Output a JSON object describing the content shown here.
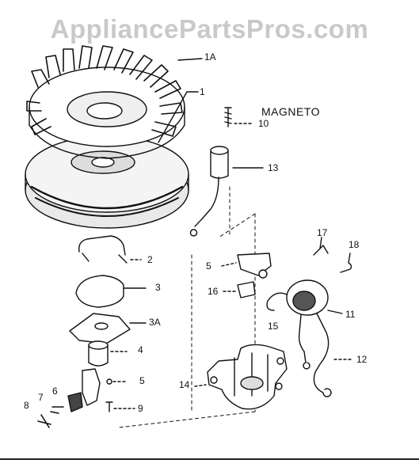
{
  "watermark": "AppliancePartsPros.com",
  "title": "MAGNETO",
  "callouts": {
    "c1A": "1A",
    "c1": "1",
    "c10": "10",
    "c13": "13",
    "c2": "2",
    "c3": "3",
    "c3A": "3A",
    "c4": "4",
    "c5a": "5",
    "c5b": "5",
    "c16": "16",
    "c17": "17",
    "c18": "18",
    "c11": "11",
    "c15": "15",
    "c12": "12",
    "c14": "14",
    "c9": "9",
    "c8": "8",
    "c7": "7",
    "c6": "6"
  }
}
